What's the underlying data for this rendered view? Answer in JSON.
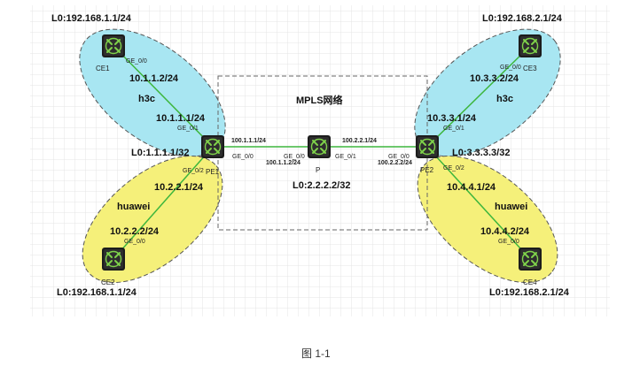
{
  "title": "MPLS网络",
  "caption": "图 1-1",
  "loopbacks": {
    "ce1": "L0:192.168.1.1/24",
    "ce3": "L0:192.168.2.1/24",
    "ce2": "L0:192.168.1.1/24",
    "ce4": "L0:192.168.2.1/24",
    "pe1": "L0:1.1.1.1/32",
    "p": "L0:2.2.2.2/32",
    "pe2": "L0:3.3.3.3/32"
  },
  "vendors": {
    "left_top": "h3c",
    "right_top": "h3c",
    "left_bottom": "huawei",
    "right_bottom": "huawei"
  },
  "devices": {
    "ce1": "CE1",
    "ce2": "CE2",
    "ce3": "CE3",
    "ce4": "CE4",
    "pe1": "PE1",
    "p": "P",
    "pe2": "PE2"
  },
  "ips": {
    "ce1_ge00": "10.1.1.2/24",
    "pe1_ge01": "10.1.1.1/24",
    "pe1_ge02": "10.2.2.1/24",
    "ce2_ge00": "10.2.2.2/24",
    "ce3_ge00": "10.3.3.2/24",
    "pe2_ge01": "10.3.3.1/24",
    "pe2_ge02": "10.4.4.1/24",
    "ce4_ge00": "10.4.4.2/24",
    "pe1_ge00": "100.1.1.1/24",
    "p_ge00": "100.1.1.2/24",
    "p_ge01": "100.2.2.1/24",
    "pe2_ge00": "100.2.2.2/24"
  },
  "ports": {
    "ge00": "GE_0/0",
    "ge01": "GE_0/1",
    "ge02": "GE_0/2"
  },
  "colors": {
    "h3c_zone": "#a8e6f2",
    "huawei_zone": "#f5f07a",
    "link": "#3db63d",
    "router": "#2e2e2e",
    "router_accent": "#7fd24a"
  }
}
